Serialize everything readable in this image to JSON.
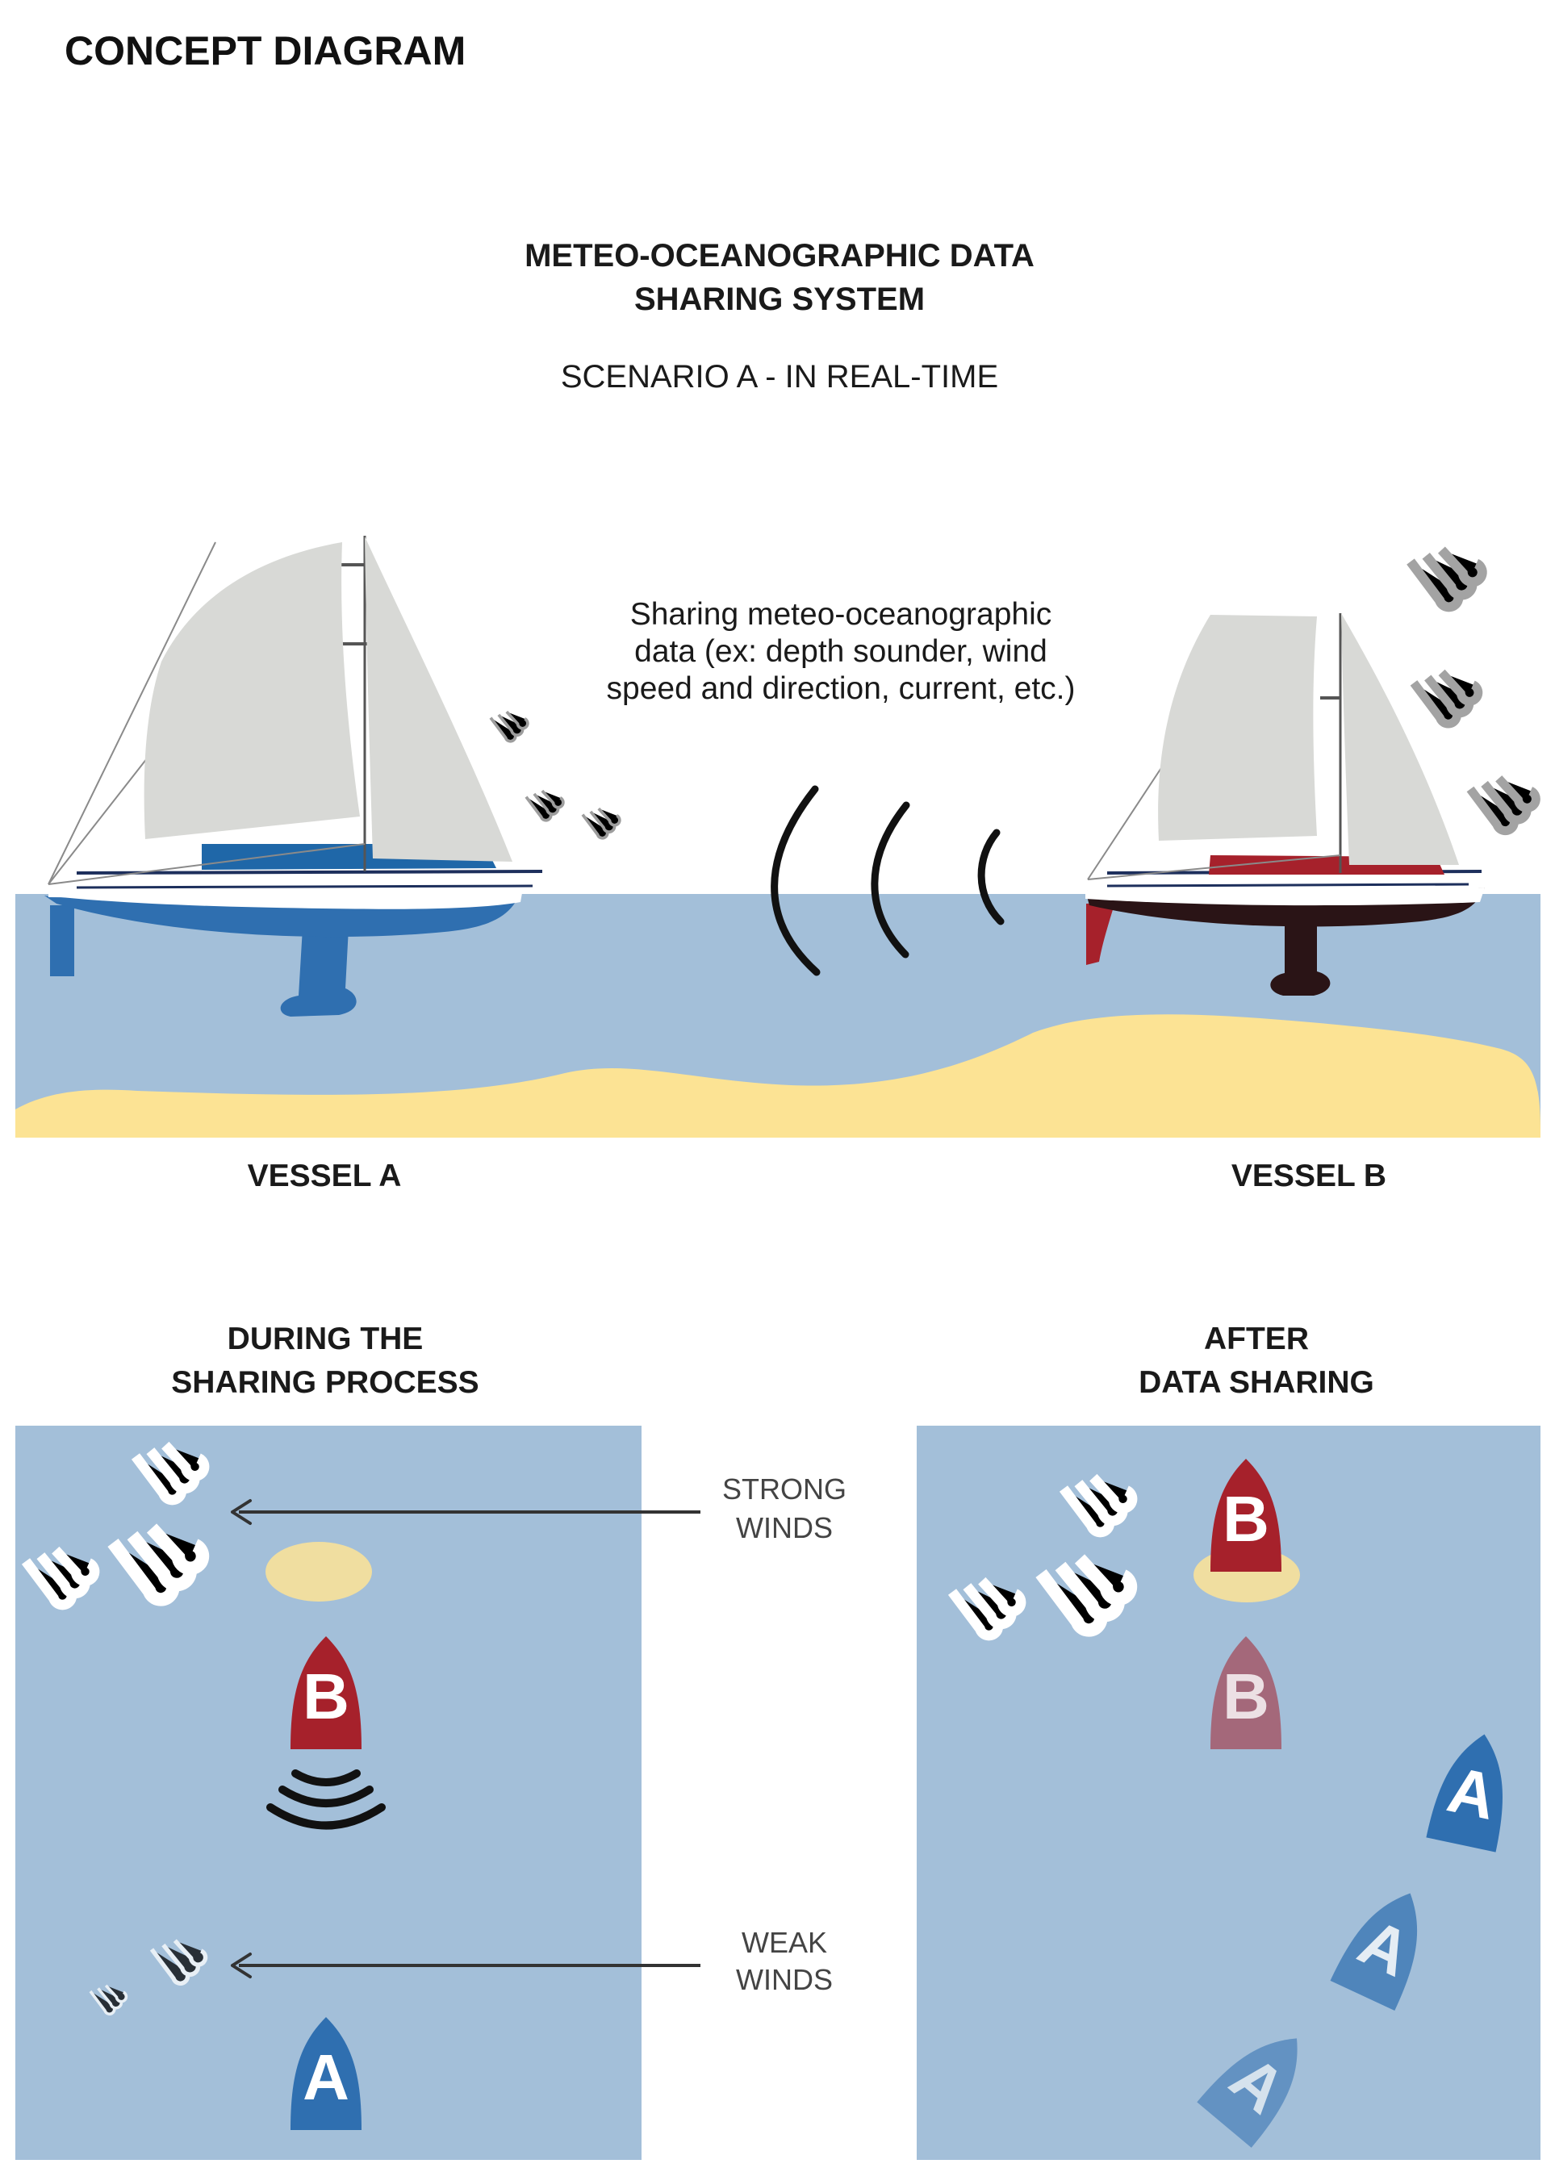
{
  "page": {
    "corner_title": "CONCEPT DIAGRAM",
    "title_line1": "METEO-OCEANOGRAPHIC DATA",
    "title_line2": "SHARING  SYSTEM",
    "subtitle": "SCENARIO A - IN REAL-TIME"
  },
  "top_scene": {
    "sharing_note_line1": "Sharing meteo-oceanographic",
    "sharing_note_line2": "data (ex: depth sounder, wind",
    "sharing_note_line3": "speed and direction, current, etc.)",
    "vessel_a_label": "VESSEL A",
    "vessel_b_label": "VESSEL B"
  },
  "panels": {
    "left_title_line1": "DURING THE",
    "left_title_line2": "SHARING PROCESS",
    "right_title_line1": "AFTER",
    "right_title_line2": "DATA SHARING",
    "strong_line1": "STRONG",
    "strong_line2": "WINDS",
    "weak_line1": "WEAK",
    "weak_line2": "WINDS",
    "marker_a": "A",
    "marker_b": "B"
  },
  "colors": {
    "sea": "#a3bfd9",
    "sand": "#fce394",
    "sail": "#d8d9d6",
    "vessel_a": "#2f6fb0",
    "vessel_b": "#a6212b",
    "vessel_b_hull": "#2a1416",
    "wind_gray": "#9d9d9d",
    "wind_white": "#ffffff"
  },
  "icons": [
    "wind-icon",
    "signal-waves-icon",
    "sailboat-icon",
    "boat-marker-icon"
  ]
}
